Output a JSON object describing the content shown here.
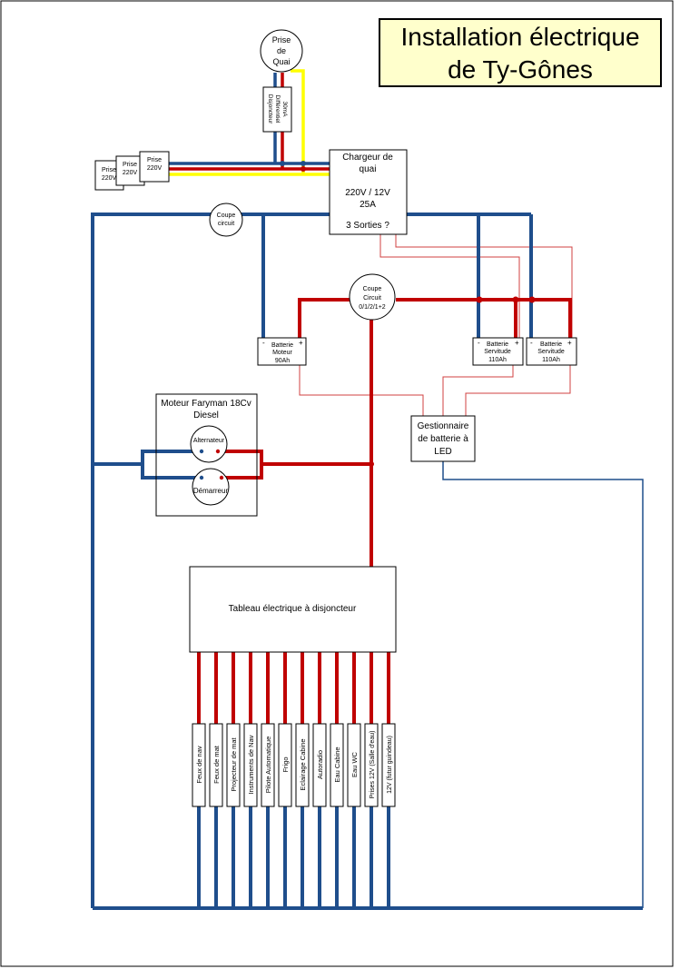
{
  "title": {
    "line1": "Installation électrique",
    "line2": "de Ty-Gônes"
  },
  "shore_socket": {
    "line1": "Prise",
    "line2": "de",
    "line3": "Quai"
  },
  "differential": {
    "line1": "Disjoncteur",
    "line2": "Différentiel",
    "line3": "30mA"
  },
  "outlets": [
    {
      "line1": "Prise",
      "line2": "220V"
    },
    {
      "line1": "Prise",
      "line2": "220V"
    },
    {
      "line1": "Prise",
      "line2": "220V"
    }
  ],
  "charger": {
    "line1": "Chargeur de",
    "line2": "quai",
    "line3": "220V / 12V",
    "line4": "25A",
    "line5": "3 Sorties ?"
  },
  "breaker_small": {
    "line1": "Coupe",
    "line2": "circuit"
  },
  "breaker_main": {
    "line1": "Coupe",
    "line2": "Circuit",
    "line3": "0/1/2/1+2"
  },
  "battery_engine": {
    "line1": "Batterie",
    "line2": "Moteur",
    "line3": "90Ah"
  },
  "battery_service_1": {
    "line1": "Batterie",
    "line2": "Servitude",
    "line3": "110Ah"
  },
  "battery_service_2": {
    "line1": "Batterie",
    "line2": "Servitude",
    "line3": "110Ah"
  },
  "polarity": {
    "minus": "-",
    "plus": "+"
  },
  "battery_manager": {
    "line1": "Gestionnaire",
    "line2": "de batterie à",
    "line3": "LED"
  },
  "engine": {
    "line1": "Moteur Faryman 18Cv",
    "line2": "Diesel",
    "alternator": "Alternateur",
    "starter": "Démarreur"
  },
  "panel": {
    "label": "Tableau électrique à disjoncteur"
  },
  "circuits": [
    "Feux de nav",
    "Feux de mat",
    "Projecteur de mat",
    "Instruments de Nav",
    "Pilote Automatique",
    "Frigo",
    "Eclairage Cabine",
    "Autoradio",
    "Eau Cabine",
    "Eau WC",
    "Prises 12V (Salle d'eau)",
    "12V (futur guindeau)"
  ],
  "colors": {
    "positive": "#c00000",
    "negative": "#1f4e8c",
    "earth": "#ffff00",
    "signal": "#d04040",
    "title_bg": "#ffffcc"
  }
}
